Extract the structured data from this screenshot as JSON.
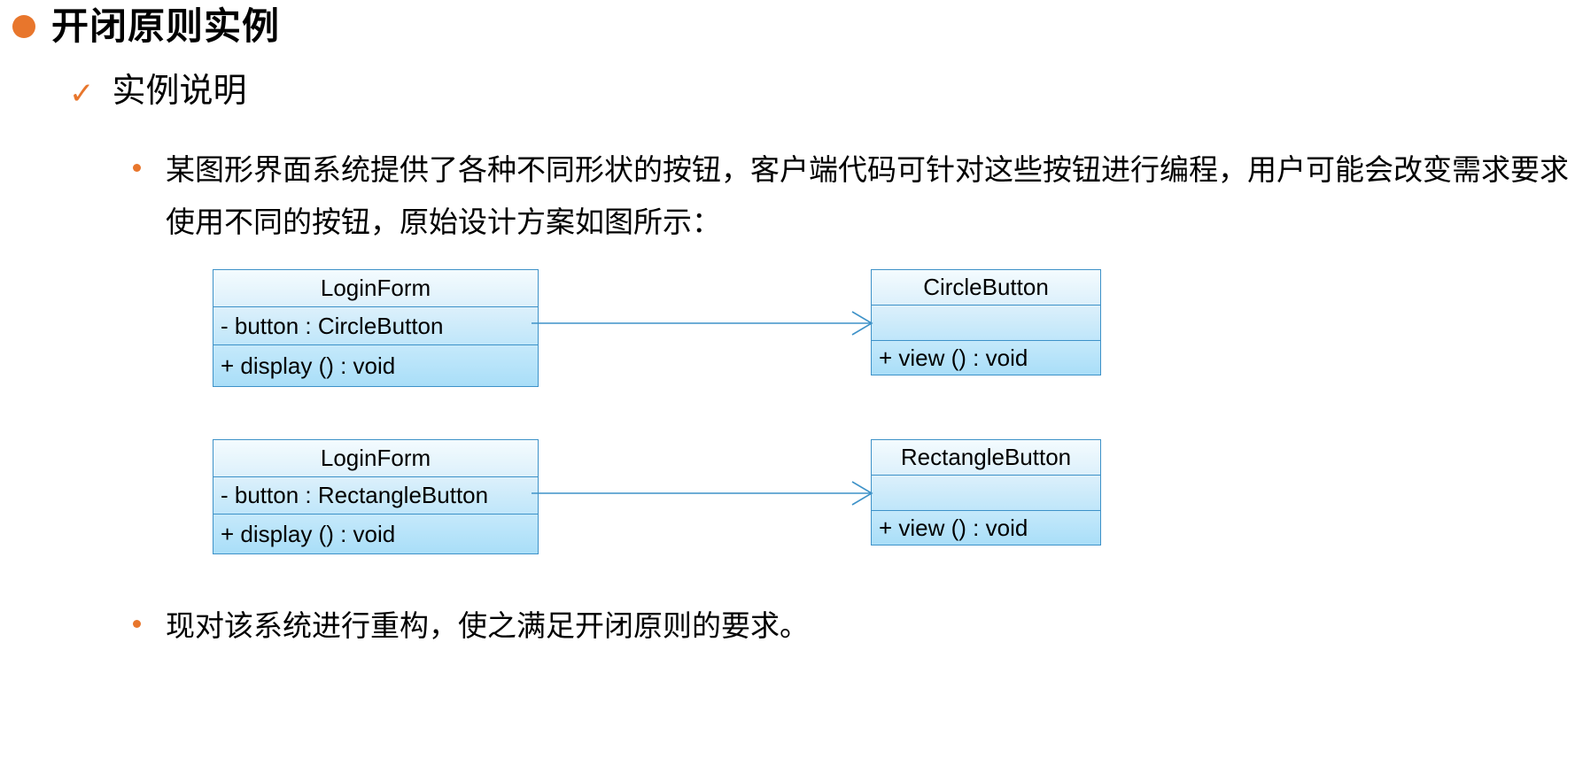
{
  "slide": {
    "title": "开闭原则实例",
    "title_bullet_color": "#E8762C",
    "subheading": "实例说明",
    "check_icon": "✓",
    "bullets": [
      "某图形界面系统提供了各种不同形状的按钮，客户端代码可针对这些按钮进行编程，用户可能会改变需求要求使用不同的按钮，原始设计方案如图所示：",
      "现对该系统进行重构，使之满足开闭原则的要求。"
    ]
  },
  "diagram": {
    "border_color": "#3E92C8",
    "connector_color": "#3E92C8",
    "classes": {
      "loginform_circle": {
        "name": "LoginForm",
        "attribute": "-  button  : CircleButton",
        "operation": "+  display () : void"
      },
      "circlebutton": {
        "name": "CircleButton",
        "attribute": "",
        "operation": "+  view () : void"
      },
      "loginform_rect": {
        "name": "LoginForm",
        "attribute": "-  button  : RectangleButton",
        "operation": "+  display () : void"
      },
      "rectanglebutton": {
        "name": "RectangleButton",
        "attribute": "",
        "operation": "+  view () : void"
      }
    }
  }
}
